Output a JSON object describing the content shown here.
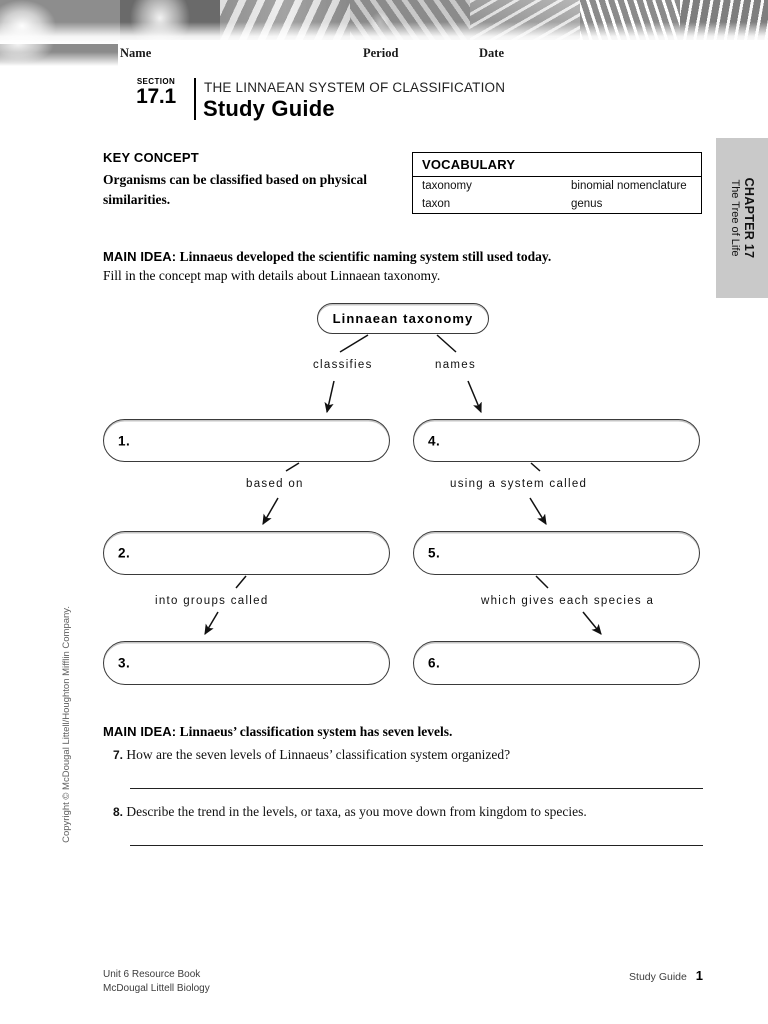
{
  "header": {
    "name_label": "Name",
    "period_label": "Period",
    "date_label": "Date"
  },
  "section": {
    "word": "SECTION",
    "number": "17.1",
    "eyebrow": "THE LINNAEAN SYSTEM OF CLASSIFICATION",
    "title": "Study Guide"
  },
  "key_concept": {
    "heading": "KEY CONCEPT",
    "text": "Organisms can be classified based on physical similarities."
  },
  "vocabulary": {
    "heading": "VOCABULARY",
    "rows": [
      {
        "left": "taxonomy",
        "right": "binomial nomenclature"
      },
      {
        "left": "taxon",
        "right": "genus"
      }
    ]
  },
  "main_idea_1": {
    "label": "MAIN IDEA:",
    "text": "Linnaeus developed the scientific naming system still used today.",
    "instruction": "Fill in the concept map with details about Linnaean taxonomy."
  },
  "concept_map": {
    "root": "Linnaean taxonomy",
    "nodes": [
      {
        "num": "1."
      },
      {
        "num": "2."
      },
      {
        "num": "3."
      },
      {
        "num": "4."
      },
      {
        "num": "5."
      },
      {
        "num": "6."
      }
    ],
    "connectors": {
      "classifies": "classifies",
      "names": "names",
      "based_on": "based on",
      "using_system": "using a system called",
      "into_groups": "into groups called",
      "gives_species": "which gives each species a"
    }
  },
  "main_idea_2": {
    "label": "MAIN IDEA:",
    "text": "Linnaeus’ classification system has seven levels."
  },
  "questions": [
    {
      "num": "7.",
      "text": "How are the seven levels of Linnaeus’ classification system organized?"
    },
    {
      "num": "8.",
      "text": "Describe the trend in the levels, or taxa, as you move down from kingdom to species."
    }
  ],
  "chapter_tab": {
    "title": "CHAPTER 17",
    "subtitle": "The Tree of Life"
  },
  "copyright": "Copyright © McDougal Littell/Houghton Mifflin Company.",
  "footer": {
    "line1": "Unit 6 Resource Book",
    "line2": "McDougal Littell Biology",
    "right_label": "Study Guide",
    "page": "1"
  },
  "colors": {
    "tab_bg": "#c9c9c9",
    "rule": "#000000",
    "node_border": "#3a3a3a"
  }
}
